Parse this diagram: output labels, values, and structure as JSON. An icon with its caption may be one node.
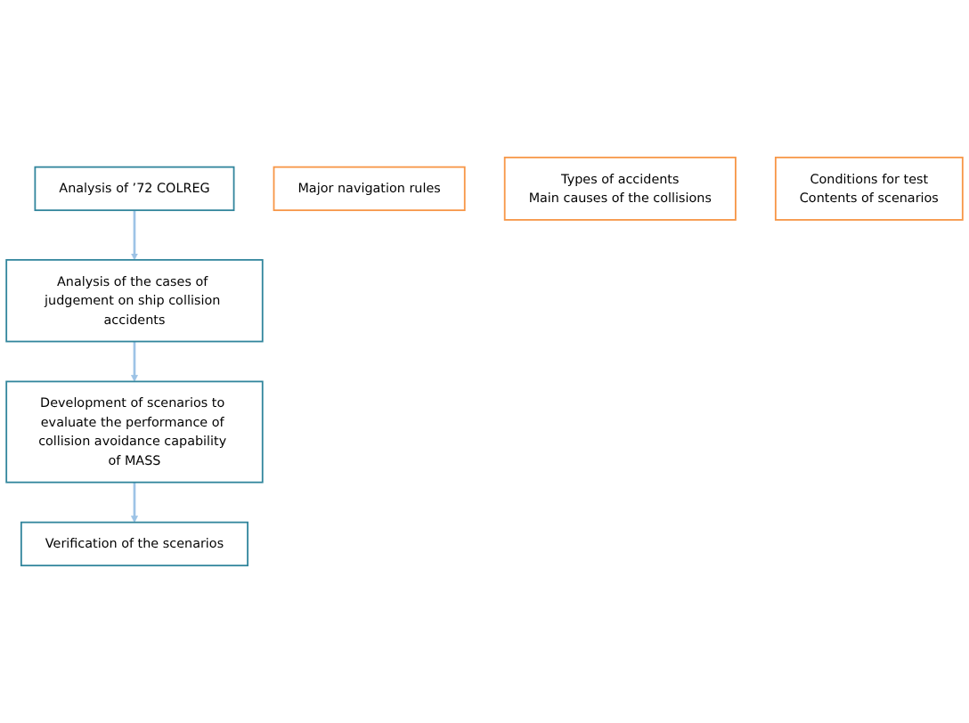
{
  "diagram": {
    "nodes": [
      {
        "text": [
          "Analysis of ’72 COLREG"
        ]
      },
      {
        "text": [
          "Major navigation rules"
        ]
      },
      {
        "text": [
          "Analysis of the cases of judgement on ship collision accidents"
        ]
      },
      {
        "text": [
          "Types of accidents",
          "Main causes of the collisions"
        ]
      },
      {
        "text": [
          "Development of scenarios to evaluate the performance of collision avoidance capability of MASS"
        ]
      },
      {
        "text": [
          "Conditions for test",
          "Contents of scenarios"
        ]
      },
      {
        "text": [
          "Verification of the scenarios"
        ]
      }
    ],
    "edges": [
      {
        "from": 0,
        "to": 2,
        "arrow": "to"
      },
      {
        "from": 2,
        "to": 4,
        "arrow": "to"
      },
      {
        "from": 4,
        "to": 6,
        "arrow": "to"
      }
    ]
  }
}
